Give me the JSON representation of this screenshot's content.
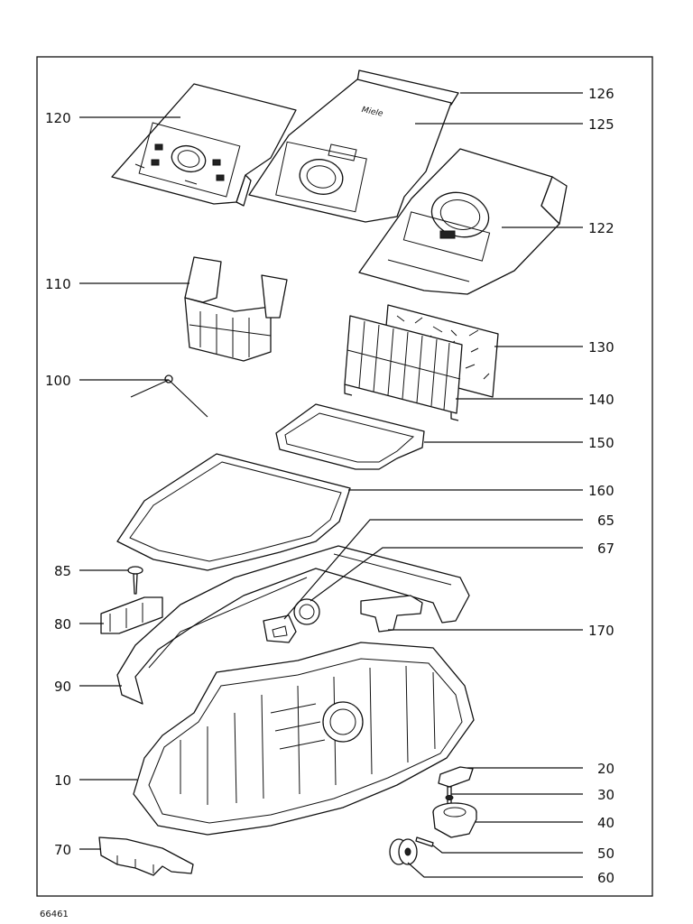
{
  "drawing_number": "66461",
  "callouts": [
    {
      "id": "120",
      "text": "120"
    },
    {
      "id": "126",
      "text": "126"
    },
    {
      "id": "125",
      "text": "125"
    },
    {
      "id": "122",
      "text": "122"
    },
    {
      "id": "110",
      "text": "110"
    },
    {
      "id": "130",
      "text": "130"
    },
    {
      "id": "100",
      "text": "100"
    },
    {
      "id": "140",
      "text": "140"
    },
    {
      "id": "150",
      "text": "150"
    },
    {
      "id": "160",
      "text": "160"
    },
    {
      "id": "65",
      "text": "65"
    },
    {
      "id": "67",
      "text": "67"
    },
    {
      "id": "85",
      "text": "85"
    },
    {
      "id": "80",
      "text": "80"
    },
    {
      "id": "170",
      "text": "170"
    },
    {
      "id": "90",
      "text": "90"
    },
    {
      "id": "10",
      "text": "10"
    },
    {
      "id": "20",
      "text": "20"
    },
    {
      "id": "30",
      "text": "30"
    },
    {
      "id": "40",
      "text": "40"
    },
    {
      "id": "70",
      "text": "70"
    },
    {
      "id": "50",
      "text": "50"
    },
    {
      "id": "60",
      "text": "60"
    }
  ]
}
